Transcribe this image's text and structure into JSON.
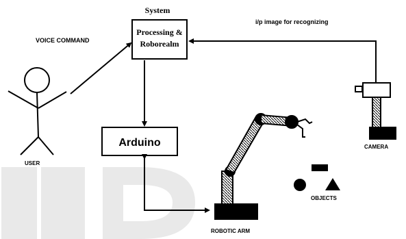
{
  "title": "System",
  "processing_box": {
    "line1": "Processing &",
    "line2": "Roborealm"
  },
  "arduino_box": {
    "label": "Arduino"
  },
  "labels": {
    "voice_command": "VOICE COMMAND",
    "camera_input": "i/p image for recognizing",
    "user": "USER",
    "camera": "CAMERA",
    "robotic_arm": "ROBOTIC ARM",
    "objects": "OBJECTS"
  },
  "colors": {
    "ink": "#000000",
    "watermark": "#e8e8e8",
    "camera_body": "#ffffff"
  },
  "icons": [
    "stick-figure-user-icon",
    "robotic-arm-icon",
    "camera-icon",
    "objects-shapes-icon"
  ]
}
